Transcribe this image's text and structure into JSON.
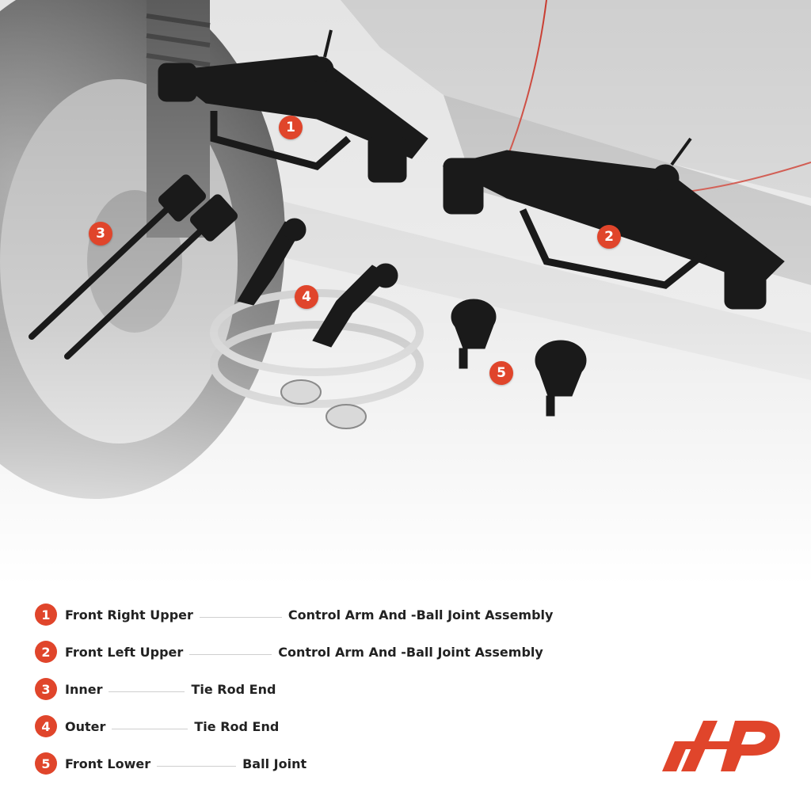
{
  "markers": [
    "1",
    "2",
    "3",
    "4",
    "5"
  ],
  "legend": [
    {
      "num": "1",
      "left": "Front Right Upper",
      "right": "Control Arm And -Ball Joint Assembly"
    },
    {
      "num": "2",
      "left": "Front Left Upper",
      "right": "Control Arm And -Ball Joint Assembly"
    },
    {
      "num": "3",
      "left": "Inner",
      "right": "Tie Rod End"
    },
    {
      "num": "4",
      "left": "Outer",
      "right": "Tie Rod End"
    },
    {
      "num": "5",
      "left": "Front Lower",
      "right": "Ball Joint"
    }
  ],
  "colors": {
    "accent": "#e0452b",
    "text": "#222222",
    "part": "#1a1a1a"
  }
}
